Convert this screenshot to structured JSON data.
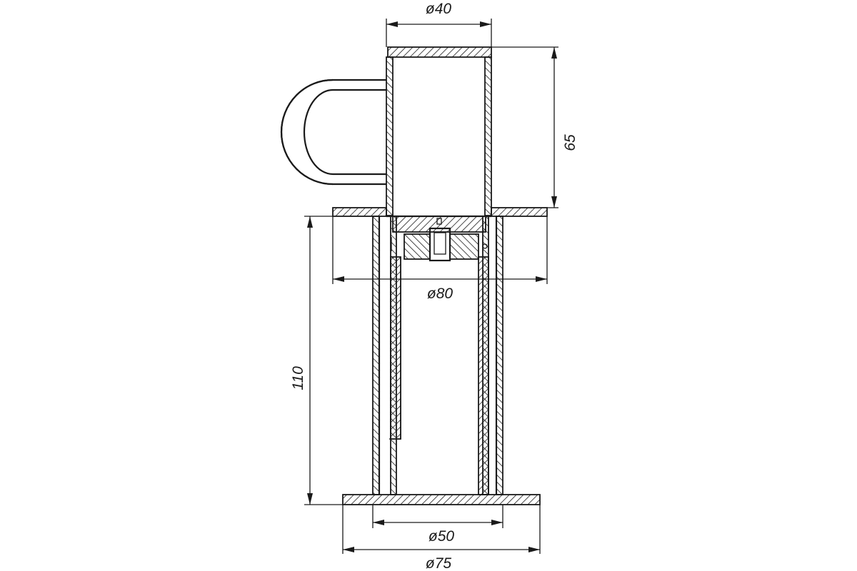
{
  "dimensions": {
    "top_diameter": "ø40",
    "upper_height": "65",
    "flange_diameter": "ø80",
    "lower_height": "110",
    "inner_base_diameter": "ø50",
    "base_diameter": "ø75"
  },
  "colors": {
    "line": "#1a1a1a",
    "background": "#ffffff"
  }
}
